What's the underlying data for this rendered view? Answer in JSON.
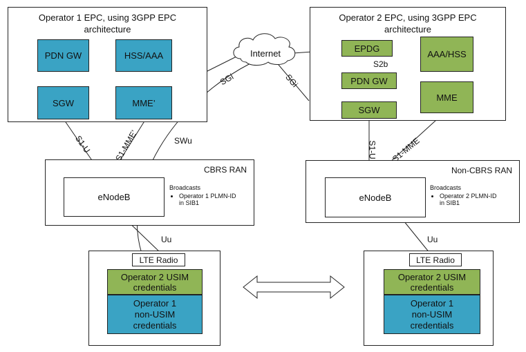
{
  "operator1_epc": {
    "title_line1": "Operator 1 EPC, using 3GPP EPC",
    "title_line2": "architecture",
    "pdn_gw": "PDN GW",
    "hss_aaa": "HSS/AAA",
    "sgw": "SGW",
    "mme": "MME’"
  },
  "operator2_epc": {
    "title_line1": "Operator 2 EPC, using 3GPP EPC",
    "title_line2": "architecture",
    "epdg": "EPDG",
    "aaa_hss": "AAA/HSS",
    "s2b": "S2b",
    "pdn_gw": "PDN GW",
    "sgw": "SGW",
    "mme": "MME"
  },
  "internet": "Internet",
  "interfaces": {
    "sgi_left": "SGi",
    "sgi_right": "SGi",
    "swu": "SWu",
    "s1u_left": "S1-U",
    "s1mme_left": "S1-MME’",
    "s1u_right": "S1-U",
    "s1mme_right": "S1-MME",
    "uu_left": "Uu",
    "uu_right": "Uu"
  },
  "cbrs_ran": {
    "title": "CBRS RAN",
    "enodeb": "eNodeB",
    "broadcasts": "Broadcasts",
    "bullet_line1": "Operator 1 PLMN-ID",
    "bullet_line2": "in SIB1"
  },
  "noncbrs_ran": {
    "title": "Non-CBRS RAN",
    "enodeb": "eNodeB",
    "broadcasts": "Broadcasts",
    "bullet_line1": "Operator 2 PLMN-ID",
    "bullet_line2": "in SIB1"
  },
  "ue_left": {
    "lte_radio": "LTE Radio",
    "usim_line1": "Operator 2 USIM",
    "usim_line2": "credentials",
    "nonusim_line1": "Operator 1",
    "nonusim_line2": "non-USIM",
    "nonusim_line3": "credentials"
  },
  "ue_right": {
    "lte_radio": "LTE Radio",
    "usim_line1": "Operator 2 USIM",
    "usim_line2": "credentials",
    "nonusim_line1": "Operator 1",
    "nonusim_line2": "non-USIM",
    "nonusim_line3": "credentials"
  },
  "colors": {
    "blue_box": "#3aa3c4",
    "green_box": "#90b556"
  }
}
